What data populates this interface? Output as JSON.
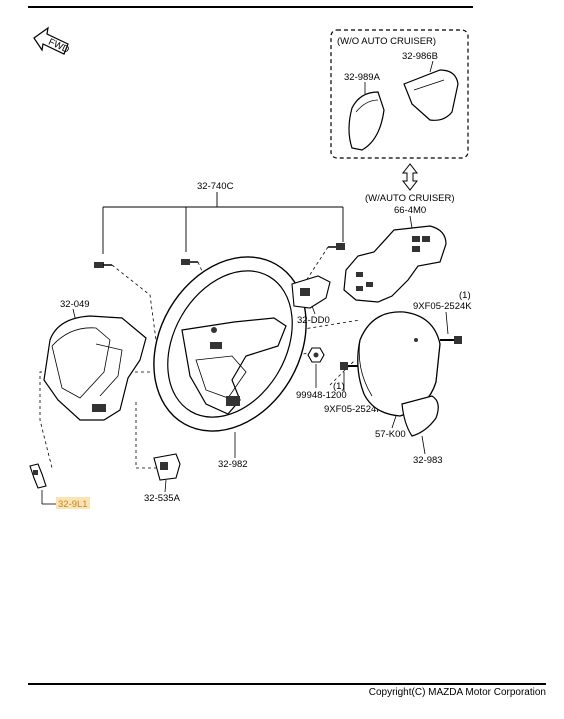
{
  "labels": {
    "wo_auto_cruiser": "(W/O AUTO CRUISER)",
    "w_auto_cruiser": "(W/AUTO CRUISER)",
    "p32_986B": "32-986B",
    "p32_989A": "32-989A",
    "p66_4M0": "66-4M0",
    "p32_740C": "32-740C",
    "p32_049": "32-049",
    "p32_DD0": "32-DD0",
    "qty1_a": "(1)",
    "p9XF05_a": "9XF05-2524K",
    "p99948": "99948-1200",
    "qty1_b": "(1)",
    "p9XF05_b": "9XF05-2524K",
    "p57_K00": "57-K00",
    "p32_983": "32-983",
    "p32_982": "32-982",
    "p32_535A": "32-535A",
    "p32_9L1": "32-9L1",
    "fwd": "FWD"
  },
  "footer": {
    "copyright": "Copyright(C) MAZDA Motor Corporation"
  },
  "colors": {
    "highlight_bg": "#fbe3b5",
    "highlight_text": "#c08a20"
  }
}
